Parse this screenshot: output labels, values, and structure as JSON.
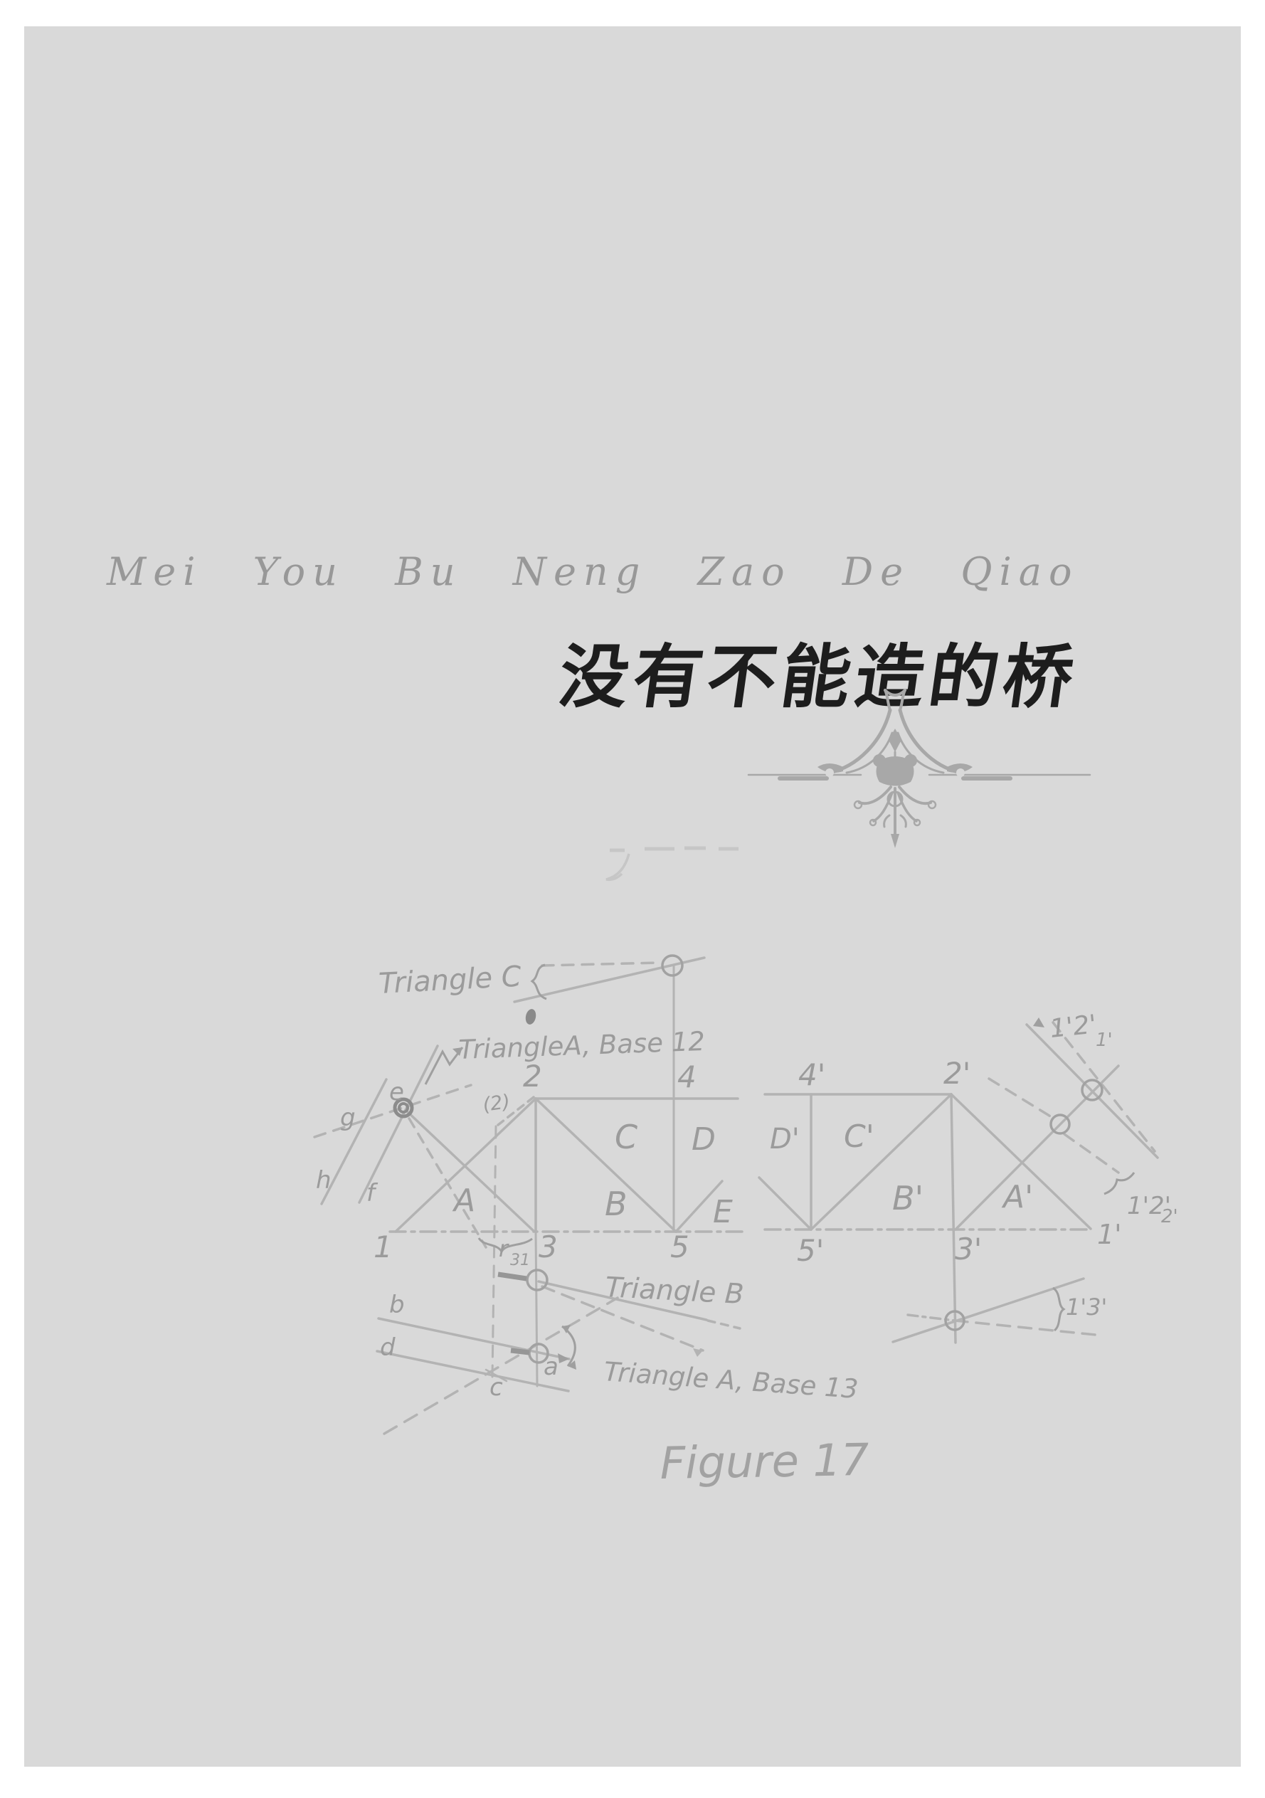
{
  "page": {
    "background": "#ffffff",
    "paper_color": "#d9d9d9",
    "stroke_color": "#b3b3b3",
    "label_color": "#9b9b9b",
    "title_ink_color": "#1d1d1d",
    "ornament_color": "#a8a8a8"
  },
  "header": {
    "pinyin": "Mei You Bu Neng Zao De Qiao",
    "title_cn": "没有不能造的桥"
  },
  "figure": {
    "caption": "Figure 17",
    "callouts": {
      "triangle_c": "Triangle C",
      "triangle_a_base_12": "TriangleA, Base 12",
      "triangle_b": "Triangle B",
      "triangle_a_base_13": "Triangle A, Base 13"
    },
    "panel_labels": {
      "A": "A",
      "B": "B",
      "C": "C",
      "D": "D",
      "E": "E",
      "A2": "A'",
      "B2": "B'",
      "C2": "C'",
      "D2": "D'"
    },
    "node_labels": {
      "n1": "1",
      "n2": "2",
      "n3": "3",
      "n4": "4",
      "n5": "5",
      "n1p": "1'",
      "n2p": "2'",
      "n3p": "3'",
      "n4p": "4'",
      "n5p": "5'",
      "paren2": "(2)",
      "e": "e",
      "g": "g",
      "h": "h",
      "f": "f",
      "a": "a",
      "b": "b",
      "c": "c",
      "d": "d"
    },
    "measure_labels": {
      "r31_main": "r",
      "r31_sub": "31",
      "l12_main": "1'2'",
      "l12_sub": "1'",
      "l122_main": "1'2'",
      "l122_sub": "2'",
      "l13": "1'3'"
    }
  }
}
